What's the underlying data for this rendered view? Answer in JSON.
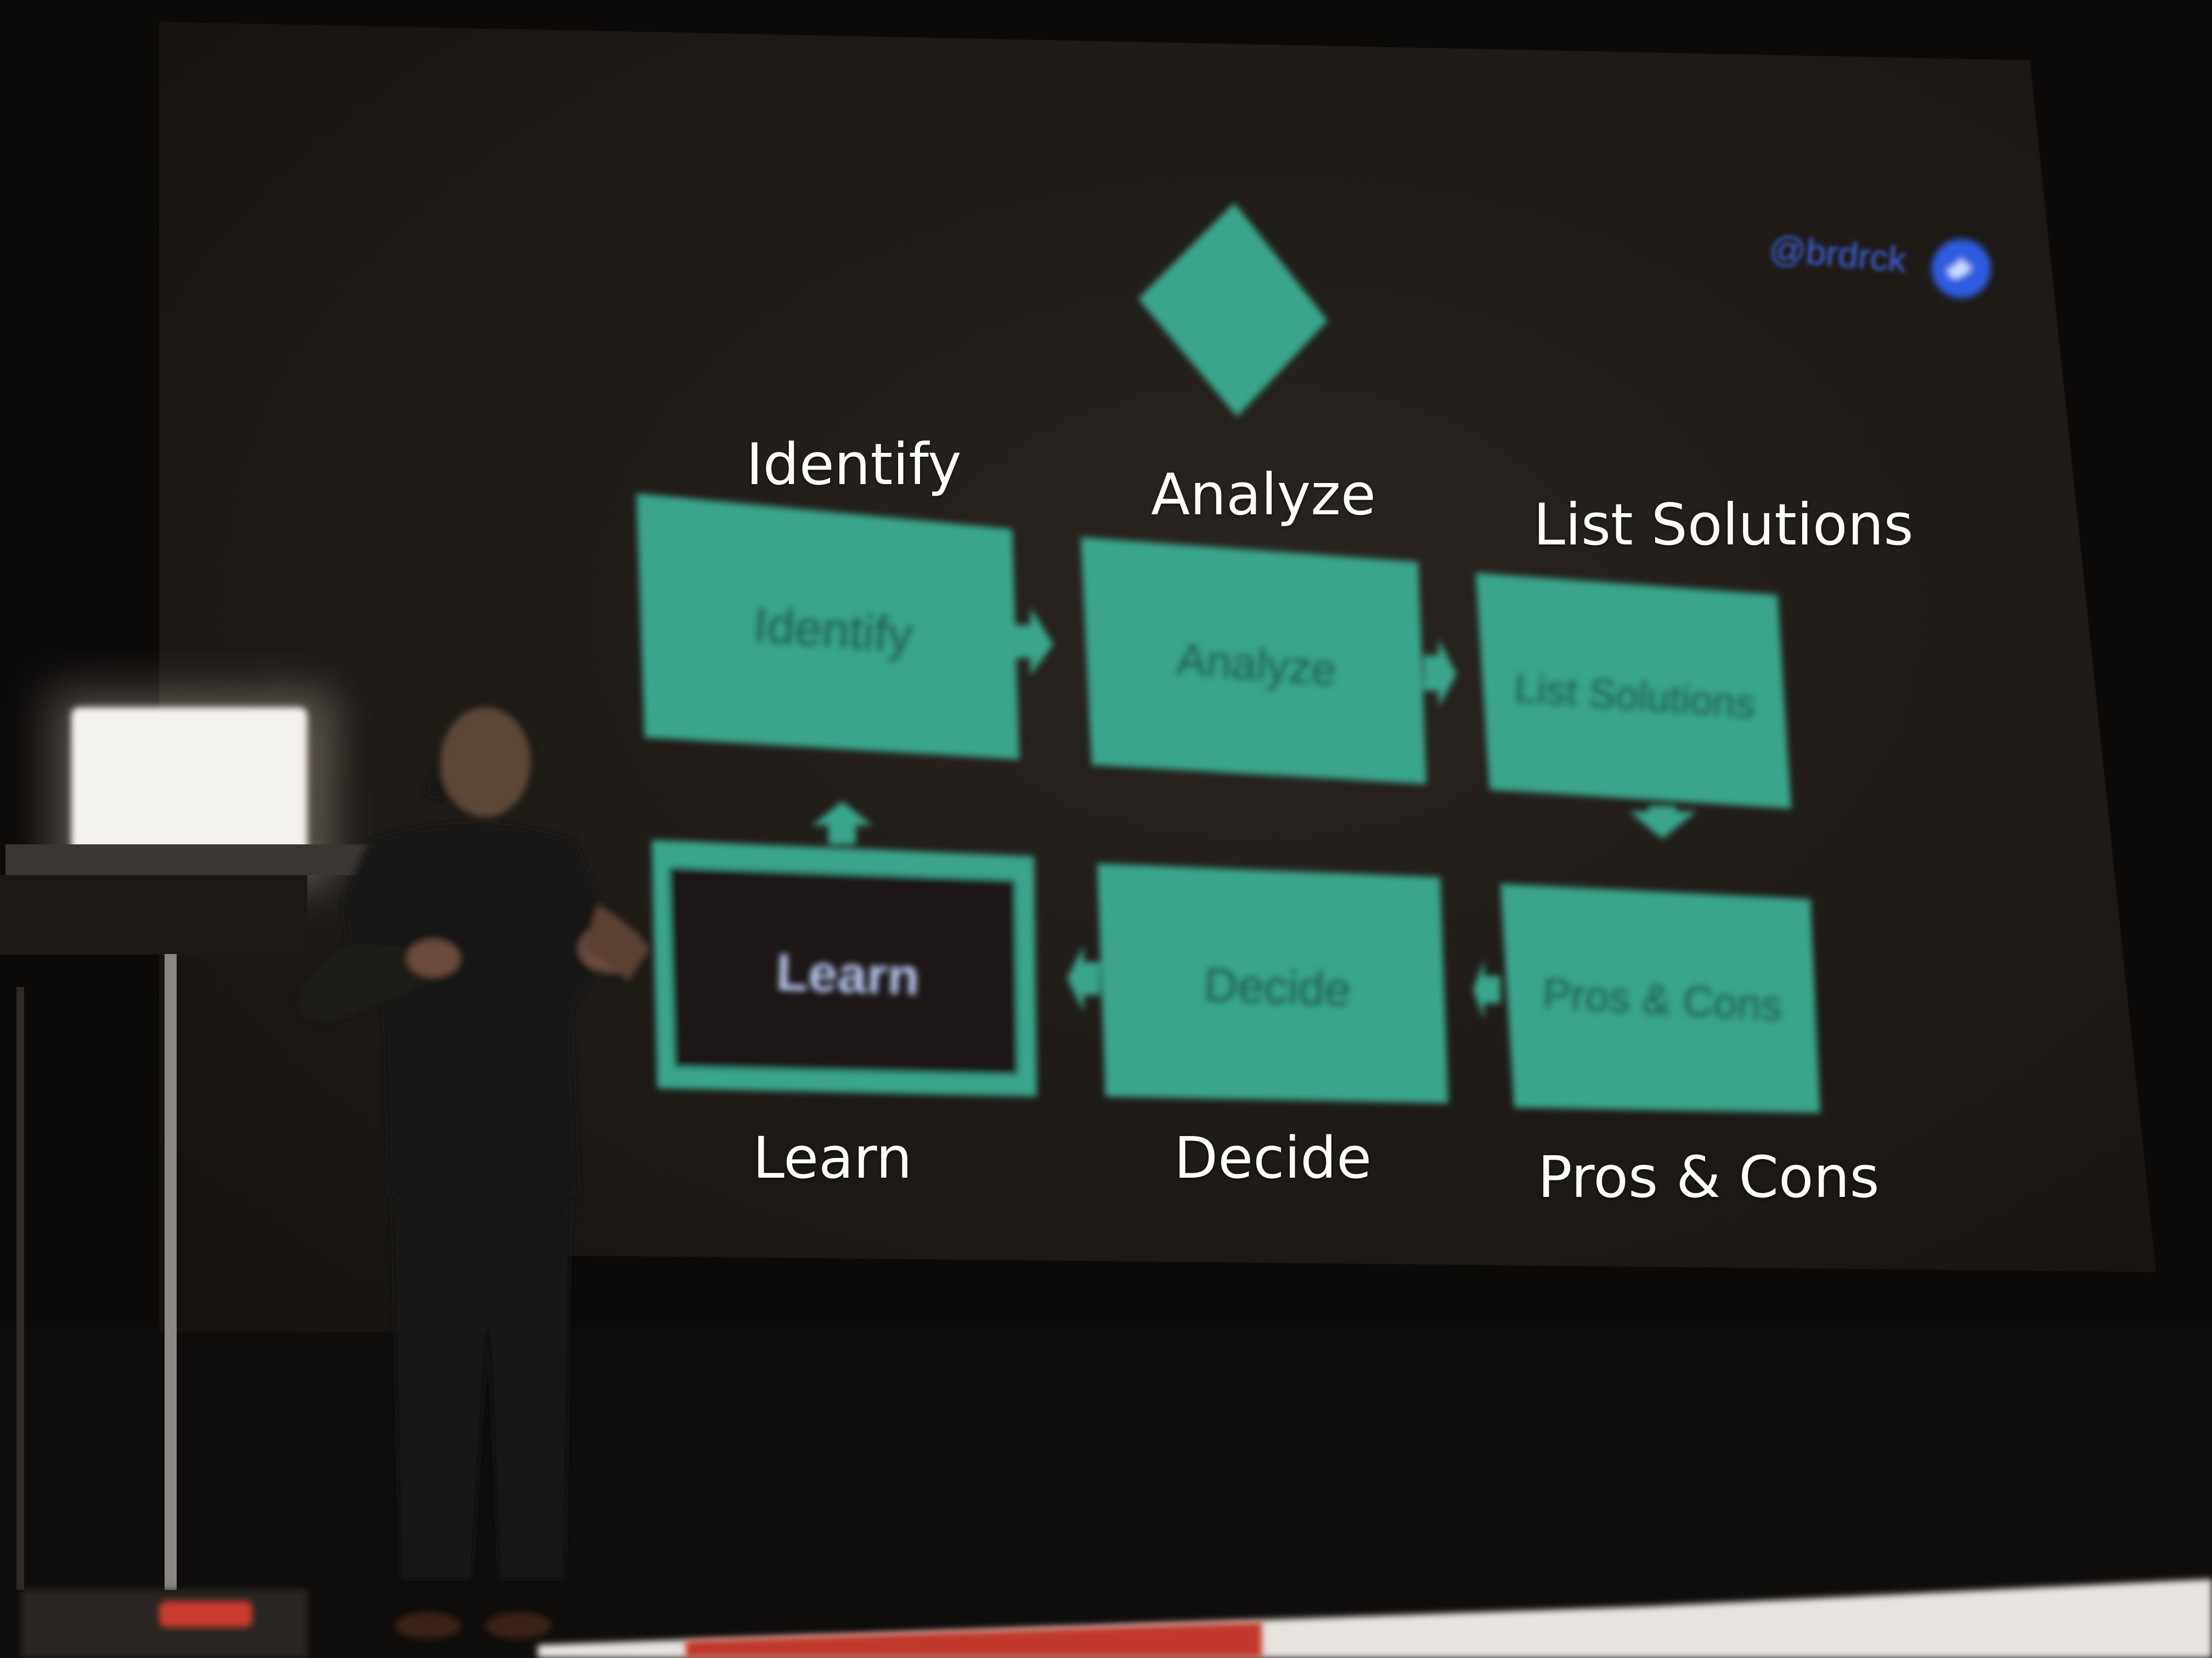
{
  "slide": {
    "handle": "@brdrck",
    "steps": [
      "Identify",
      "Analyze",
      "List Solutions",
      "Pros & Cons",
      "Decide",
      "Learn"
    ],
    "highlighted_step": "Learn"
  },
  "overlay_labels": {
    "identify": "Identify",
    "analyze": "Analyze",
    "list_solutions": "List Solutions",
    "pros_cons": "Pros & Cons",
    "decide": "Decide",
    "learn": "Learn"
  },
  "colors": {
    "screen": "#1f1b18",
    "box_fill": "#3aa58c",
    "box_text": "#1b5a4b",
    "learn_text": "#b9c8f2",
    "twitter": "#2f5be0",
    "overlay_text": "#ffffff"
  },
  "icons": [
    "diamond-icon",
    "twitter-icon",
    "arrow-right-icon",
    "arrow-down-icon",
    "arrow-left-icon",
    "arrow-up-icon"
  ]
}
